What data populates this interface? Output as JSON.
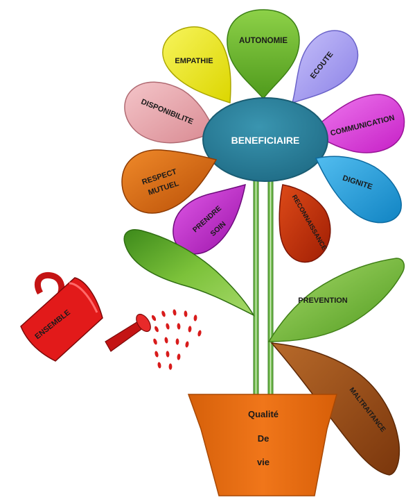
{
  "center": {
    "label": "BENEFICIAIRE"
  },
  "petals": [
    {
      "label": "AUTONOMIE",
      "color": "#6fbf2c"
    },
    {
      "label": "EMPATHIE",
      "color": "#f2ee10"
    },
    {
      "label": "ECOUTE",
      "color": "#a79ff0"
    },
    {
      "label": "DISPONIBILITE",
      "color": "#e7a6ad"
    },
    {
      "label": "COMMUNICATION",
      "color": "#df3fd9"
    },
    {
      "label": "DIGNITE",
      "color": "#2aa3dc"
    },
    {
      "label": "RESPECT",
      "label2": "MUTUEL",
      "color": "#d9650f"
    },
    {
      "label": "PRENDRE",
      "label2": "SOIN",
      "color": "#c01fc8"
    },
    {
      "label": "RECONNAISSANCE",
      "color": "#c4300a"
    }
  ],
  "leaves": [
    {
      "label": "PREVENTION",
      "color": "#77c02e"
    },
    {
      "label": "MALTRAITANCE",
      "color": "#9a4a12"
    }
  ],
  "watering_can": {
    "label": "ENSEMBLE",
    "color": "#e21a1a"
  },
  "pot": {
    "line1": "Qualité",
    "line2": "De",
    "line3": "vie",
    "color": "#e86a0c"
  },
  "colors": {
    "center": "#2a7f9a",
    "stem": "#6cb648",
    "water": "#d81b1b"
  }
}
